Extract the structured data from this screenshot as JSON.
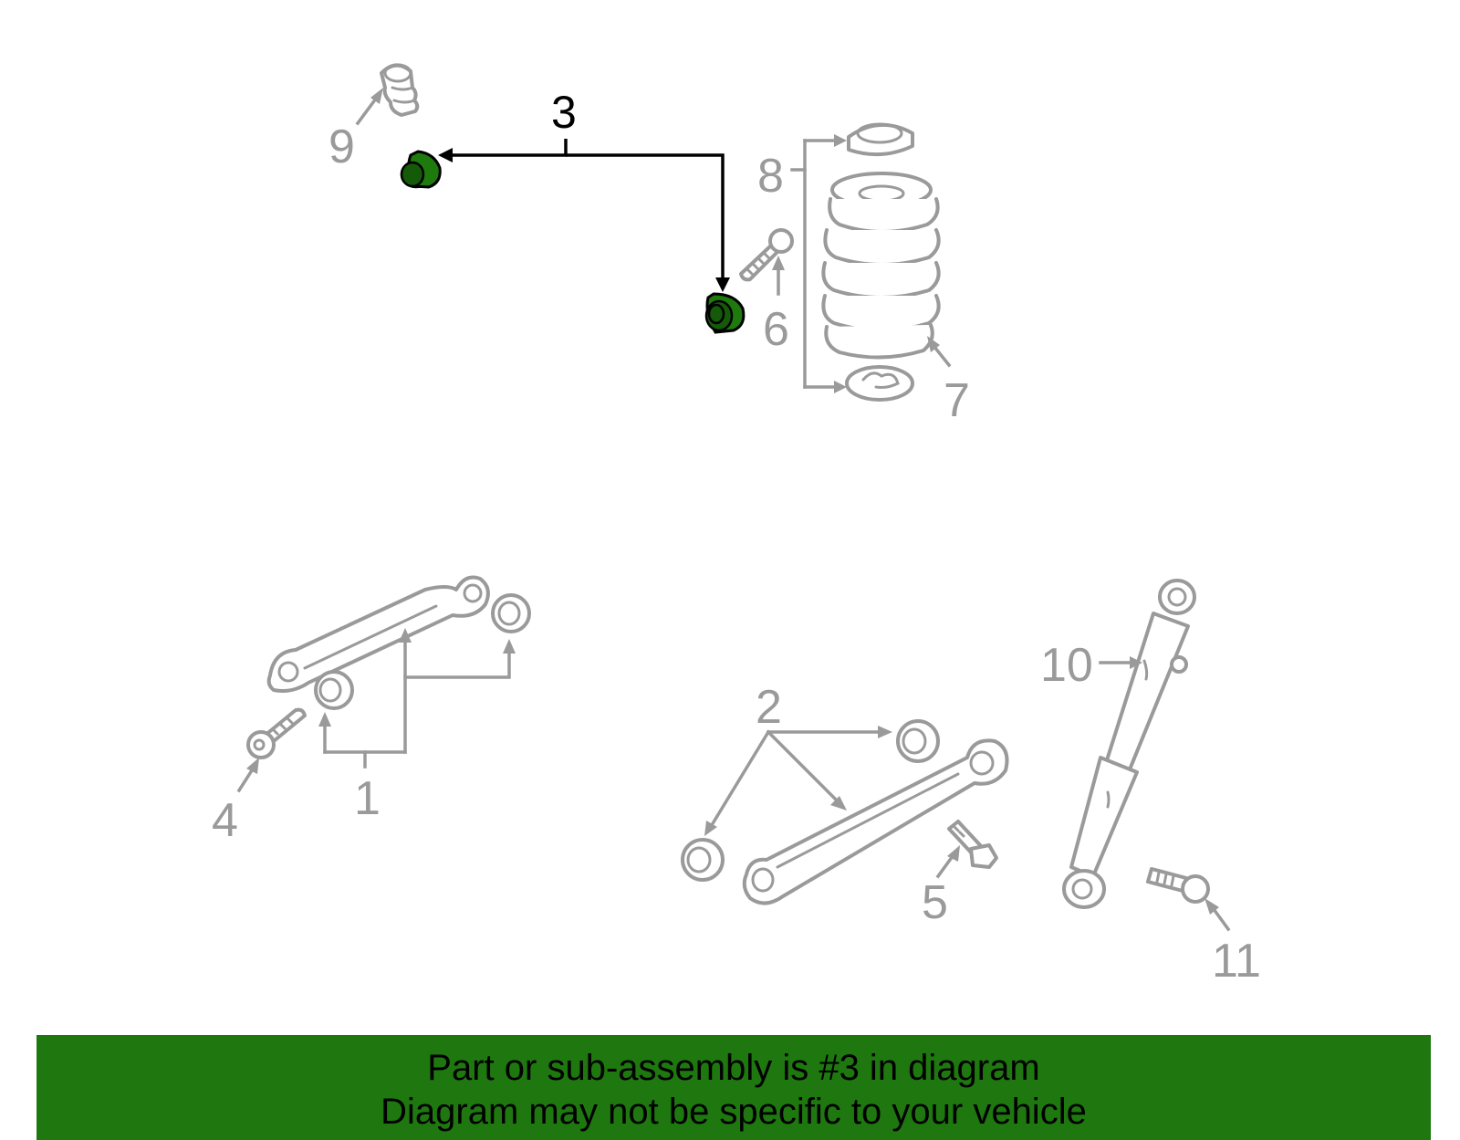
{
  "diagram": {
    "callouts": {
      "c1": "1",
      "c2": "2",
      "c3": "3",
      "c4": "4",
      "c5": "5",
      "c6": "6",
      "c7": "7",
      "c8": "8",
      "c9": "9",
      "c10": "10",
      "c11": "11"
    },
    "highlighted_part": "3",
    "colors": {
      "highlight": "#1f7a0e",
      "parts": "#9a9a9a",
      "banner": "#1e780f"
    }
  },
  "footer": {
    "line1": "Part or sub-assembly is #3 in diagram",
    "line2": "Diagram may not be specific to your vehicle"
  }
}
